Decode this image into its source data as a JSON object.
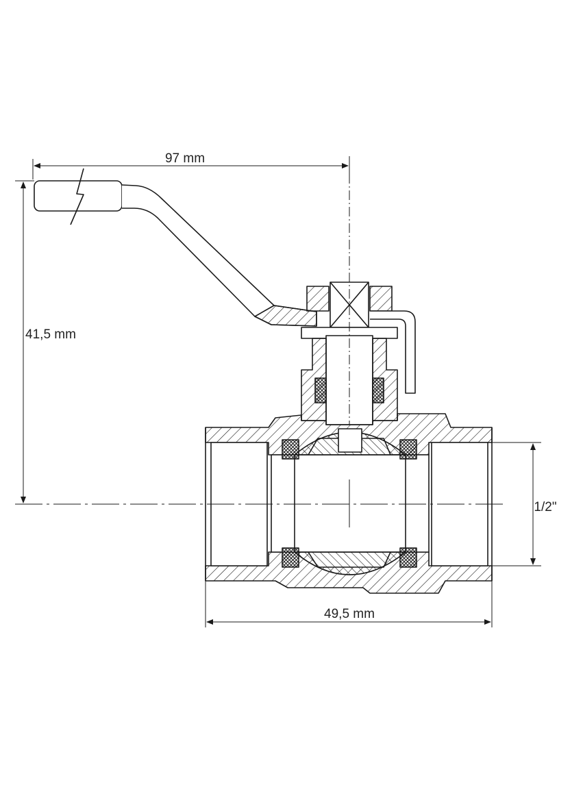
{
  "drawing": {
    "subject": "ball valve with lever handle, cross-section",
    "line_color": "#1a1a1a",
    "background": "#ffffff"
  },
  "dimensions": {
    "handle_length": "97 mm",
    "height": "41,5 mm",
    "thread_size": "1/2\"",
    "body_length": "49,5 mm"
  }
}
